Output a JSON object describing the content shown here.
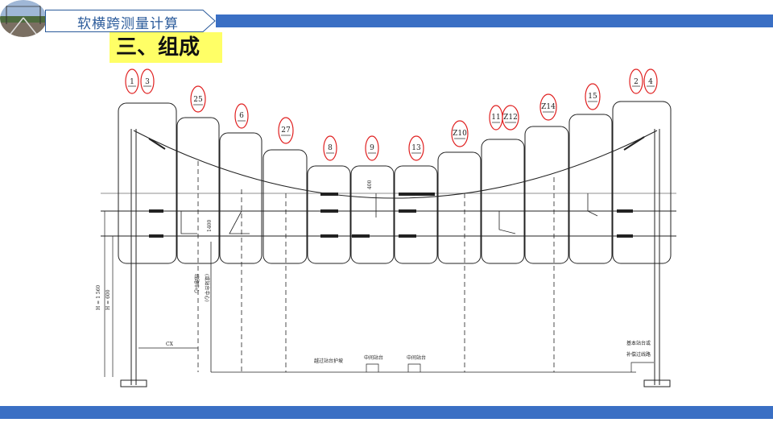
{
  "header": {
    "title": "软横跨测量计算"
  },
  "section": {
    "title": "三、组成"
  },
  "colors": {
    "accent": "#3a6fc4",
    "highlight": "#ffff66",
    "circle": "#e02020"
  },
  "diagram": {
    "markers": [
      "1",
      "3",
      "25",
      "6",
      "27",
      "8",
      "9",
      "13",
      "Z10",
      "11",
      "Z12",
      "Z14",
      "15",
      "2",
      "4"
    ],
    "labels": {
      "h1": "H = 1 560",
      "h2": "H = 600",
      "cx": "CX",
      "track_center": "线路中心",
      "other_center": "(或站台中心)",
      "d1": "1400",
      "d2": "400",
      "platform1": "中间站台",
      "platform2": "中间站台",
      "platform_note": "越过站台护坡",
      "right_note1": "基本站台或",
      "right_note2": "补偿过线路"
    }
  }
}
